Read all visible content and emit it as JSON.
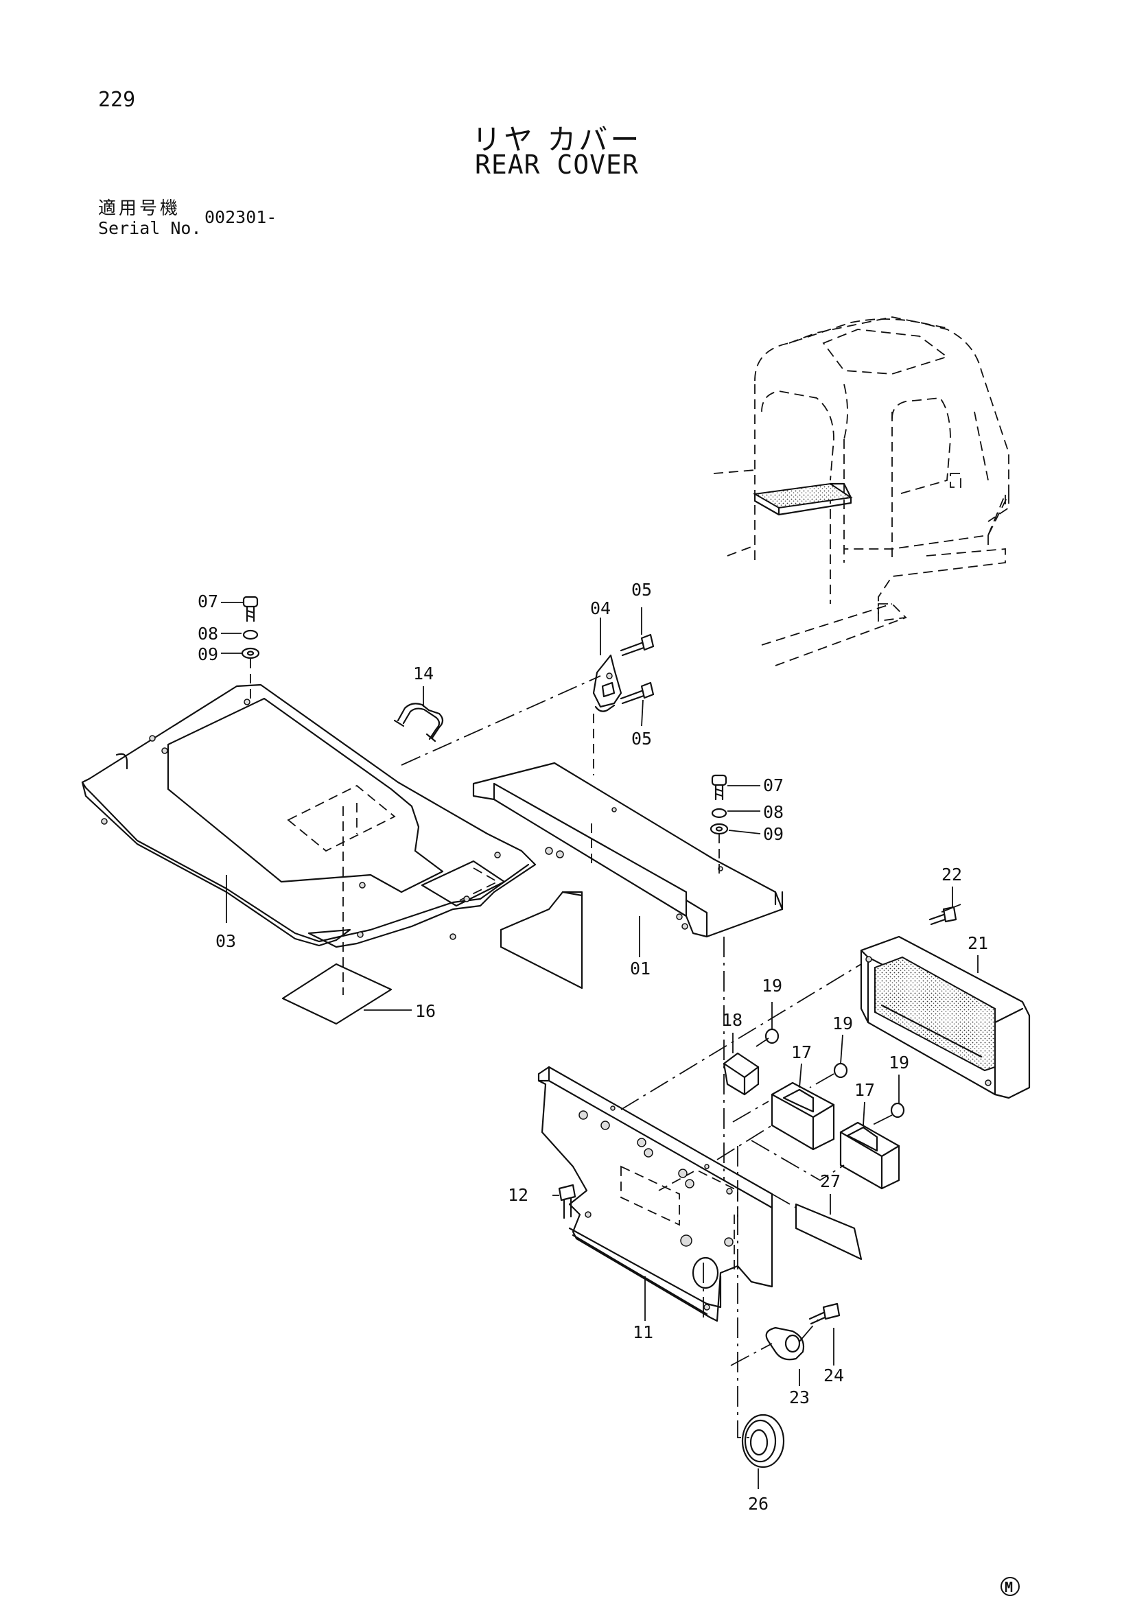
{
  "page": {
    "number": "229"
  },
  "title": {
    "japanese": "リヤ カバー",
    "english": "REAR COVER"
  },
  "serial": {
    "label_jp": "適用号機",
    "label_en": "Serial No.",
    "value": "002301-"
  },
  "mark": {
    "symbol": "M"
  },
  "callouts": {
    "p01": "01",
    "p03": "03",
    "p04": "04",
    "p05a": "05",
    "p05b": "05",
    "p07a": "07",
    "p07b": "07",
    "p08a": "08",
    "p08b": "08",
    "p09a": "09",
    "p09b": "09",
    "p11": "11",
    "p12": "12",
    "p14": "14",
    "p16": "16",
    "p17a": "17",
    "p17b": "17",
    "p18": "18",
    "p19a": "19",
    "p19b": "19",
    "p19c": "19",
    "p21": "21",
    "p22": "22",
    "p23": "23",
    "p24": "24",
    "p26": "26",
    "p27": "27"
  }
}
